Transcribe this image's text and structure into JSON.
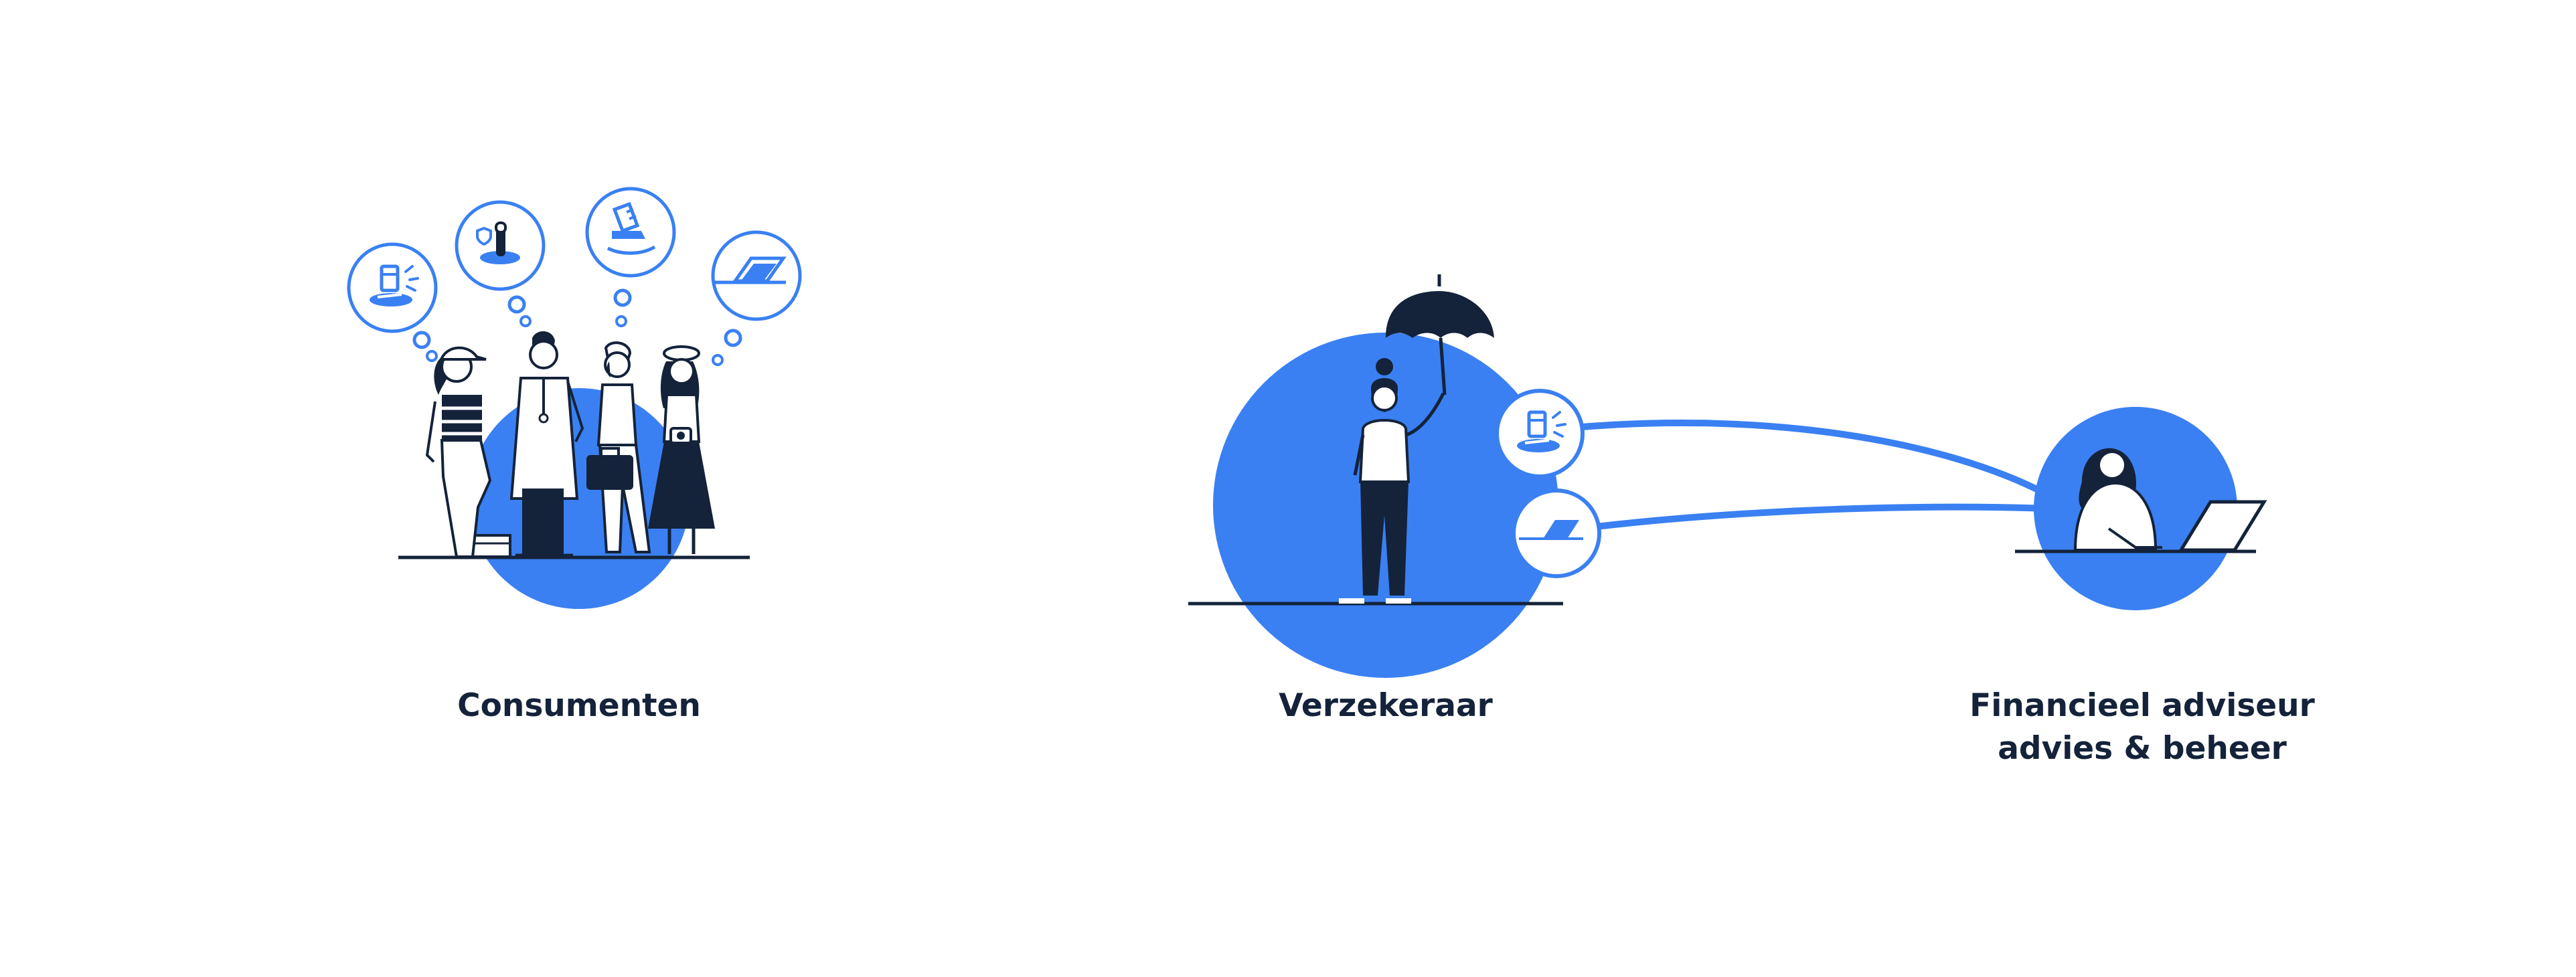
{
  "colors": {
    "accent": "#3a80f2",
    "ink": "#14233a",
    "background": "#ffffff"
  },
  "nodes": {
    "consumenten": {
      "label": "Consumenten"
    },
    "verzekeraar": {
      "label": "Verzekeraar"
    },
    "adviseur": {
      "label_line1": "Financieel adviseur",
      "label_line2": "advies & beheer"
    }
  },
  "icons": {
    "consumer_thoughts": [
      "broken-leg-icon",
      "guarded-fire-hydrant-icon",
      "rocking-chair-icon",
      "laptop-icon"
    ],
    "insurer_products": [
      "broken-leg-icon",
      "laptop-icon"
    ]
  }
}
